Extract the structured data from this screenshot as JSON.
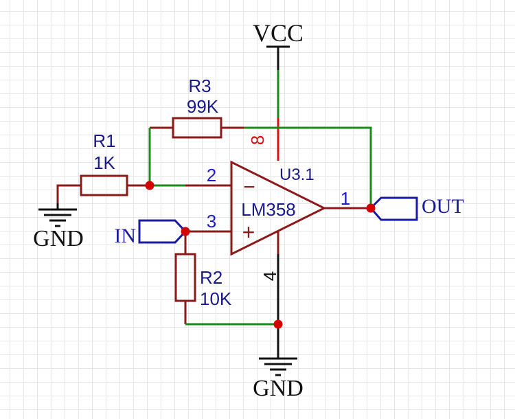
{
  "power": {
    "vcc_label": "VCC",
    "gnd_left_label": "GND",
    "gnd_bottom_label": "GND"
  },
  "opamp": {
    "designator": "U3.1",
    "part": "LM358",
    "pin_minus": "2",
    "pin_plus": "3",
    "pin_out": "1",
    "pin_vcc": "8",
    "pin_gnd": "4",
    "minus_sign": "−",
    "plus_sign": "+"
  },
  "resistors": {
    "r1": {
      "name": "R1",
      "value": "1K"
    },
    "r2": {
      "name": "R2",
      "value": "10K"
    },
    "r3": {
      "name": "R3",
      "value": "99K"
    }
  },
  "ports": {
    "in_label": "IN",
    "out_label": "OUT"
  },
  "colors": {
    "wire_green": "#1a8a1a",
    "wire_dark_red": "#8b1a1a",
    "pin_red": "#e01010",
    "junction": "#d40000",
    "net_label_blue": "#1a1aa0",
    "pin_number_blue": "#1a1ad0"
  }
}
